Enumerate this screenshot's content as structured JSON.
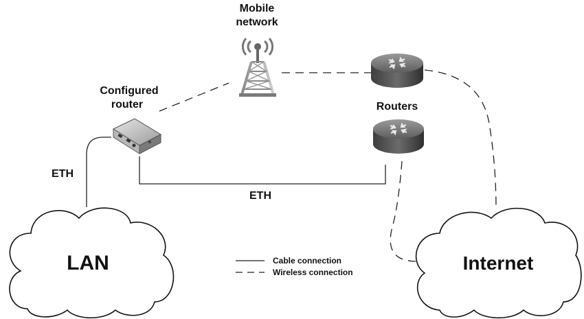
{
  "nodes": {
    "mobile_network": {
      "line1": "Mobile",
      "line2": "network"
    },
    "configured_router": {
      "line1": "Configured",
      "line2": "router"
    },
    "routers": {
      "label": "Routers"
    },
    "lan": {
      "label": "LAN"
    },
    "internet": {
      "label": "Internet"
    }
  },
  "links": {
    "eth_lan": "ETH",
    "eth_routers": "ETH"
  },
  "legend": {
    "cable": "Cable connection",
    "wireless": "Wireless connection"
  }
}
